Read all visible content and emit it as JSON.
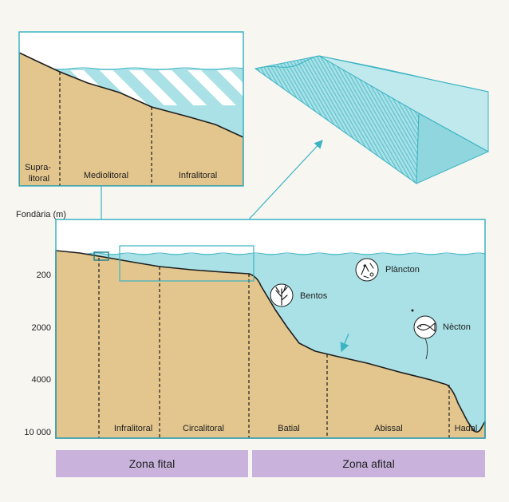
{
  "inset": {
    "zones": [
      "Supra-\nlitoral",
      "Mediolitoral",
      "Infralitoral"
    ]
  },
  "main": {
    "depth_axis_label": "Fondària (m)",
    "depth_ticks": [
      "200",
      "2000",
      "4000",
      "10 000"
    ],
    "zones": [
      "Infralitoral",
      "Circalitoral",
      "Batial",
      "Abissal",
      "Hadal"
    ]
  },
  "organisms": {
    "bentos": "Bentos",
    "plancton": "Plàncton",
    "necton": "Nècton"
  },
  "zone_bars": {
    "fital": "Zona fital",
    "afital": "Zona afital"
  },
  "colors": {
    "sand": "#e3c68e",
    "water": "#a9e1e6",
    "frame": "#3cb3c3",
    "zone_bar": "#c9b3dc"
  }
}
